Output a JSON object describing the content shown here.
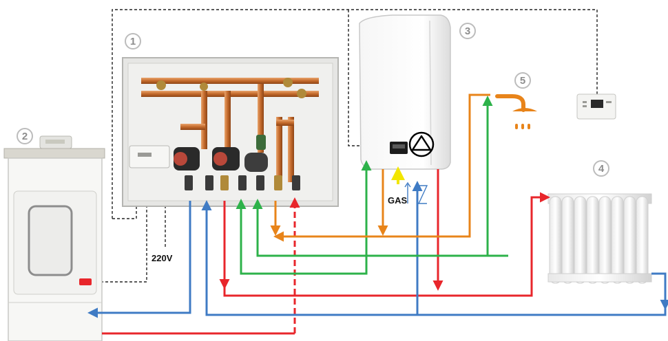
{
  "components": [
    {
      "number": "1"
    },
    {
      "number": "2"
    },
    {
      "number": "3"
    },
    {
      "number": "4"
    },
    {
      "number": "5"
    }
  ],
  "labels": {
    "gas": "GAS",
    "voltage": "220V"
  },
  "colors": {
    "hot_supply": "#e8262b",
    "cold_return": "#3f7bc4",
    "boiler_loop": "#2db24a",
    "sanitary_hot": "#e8841a",
    "gas": "#f2e600",
    "wiring": "#222222"
  }
}
